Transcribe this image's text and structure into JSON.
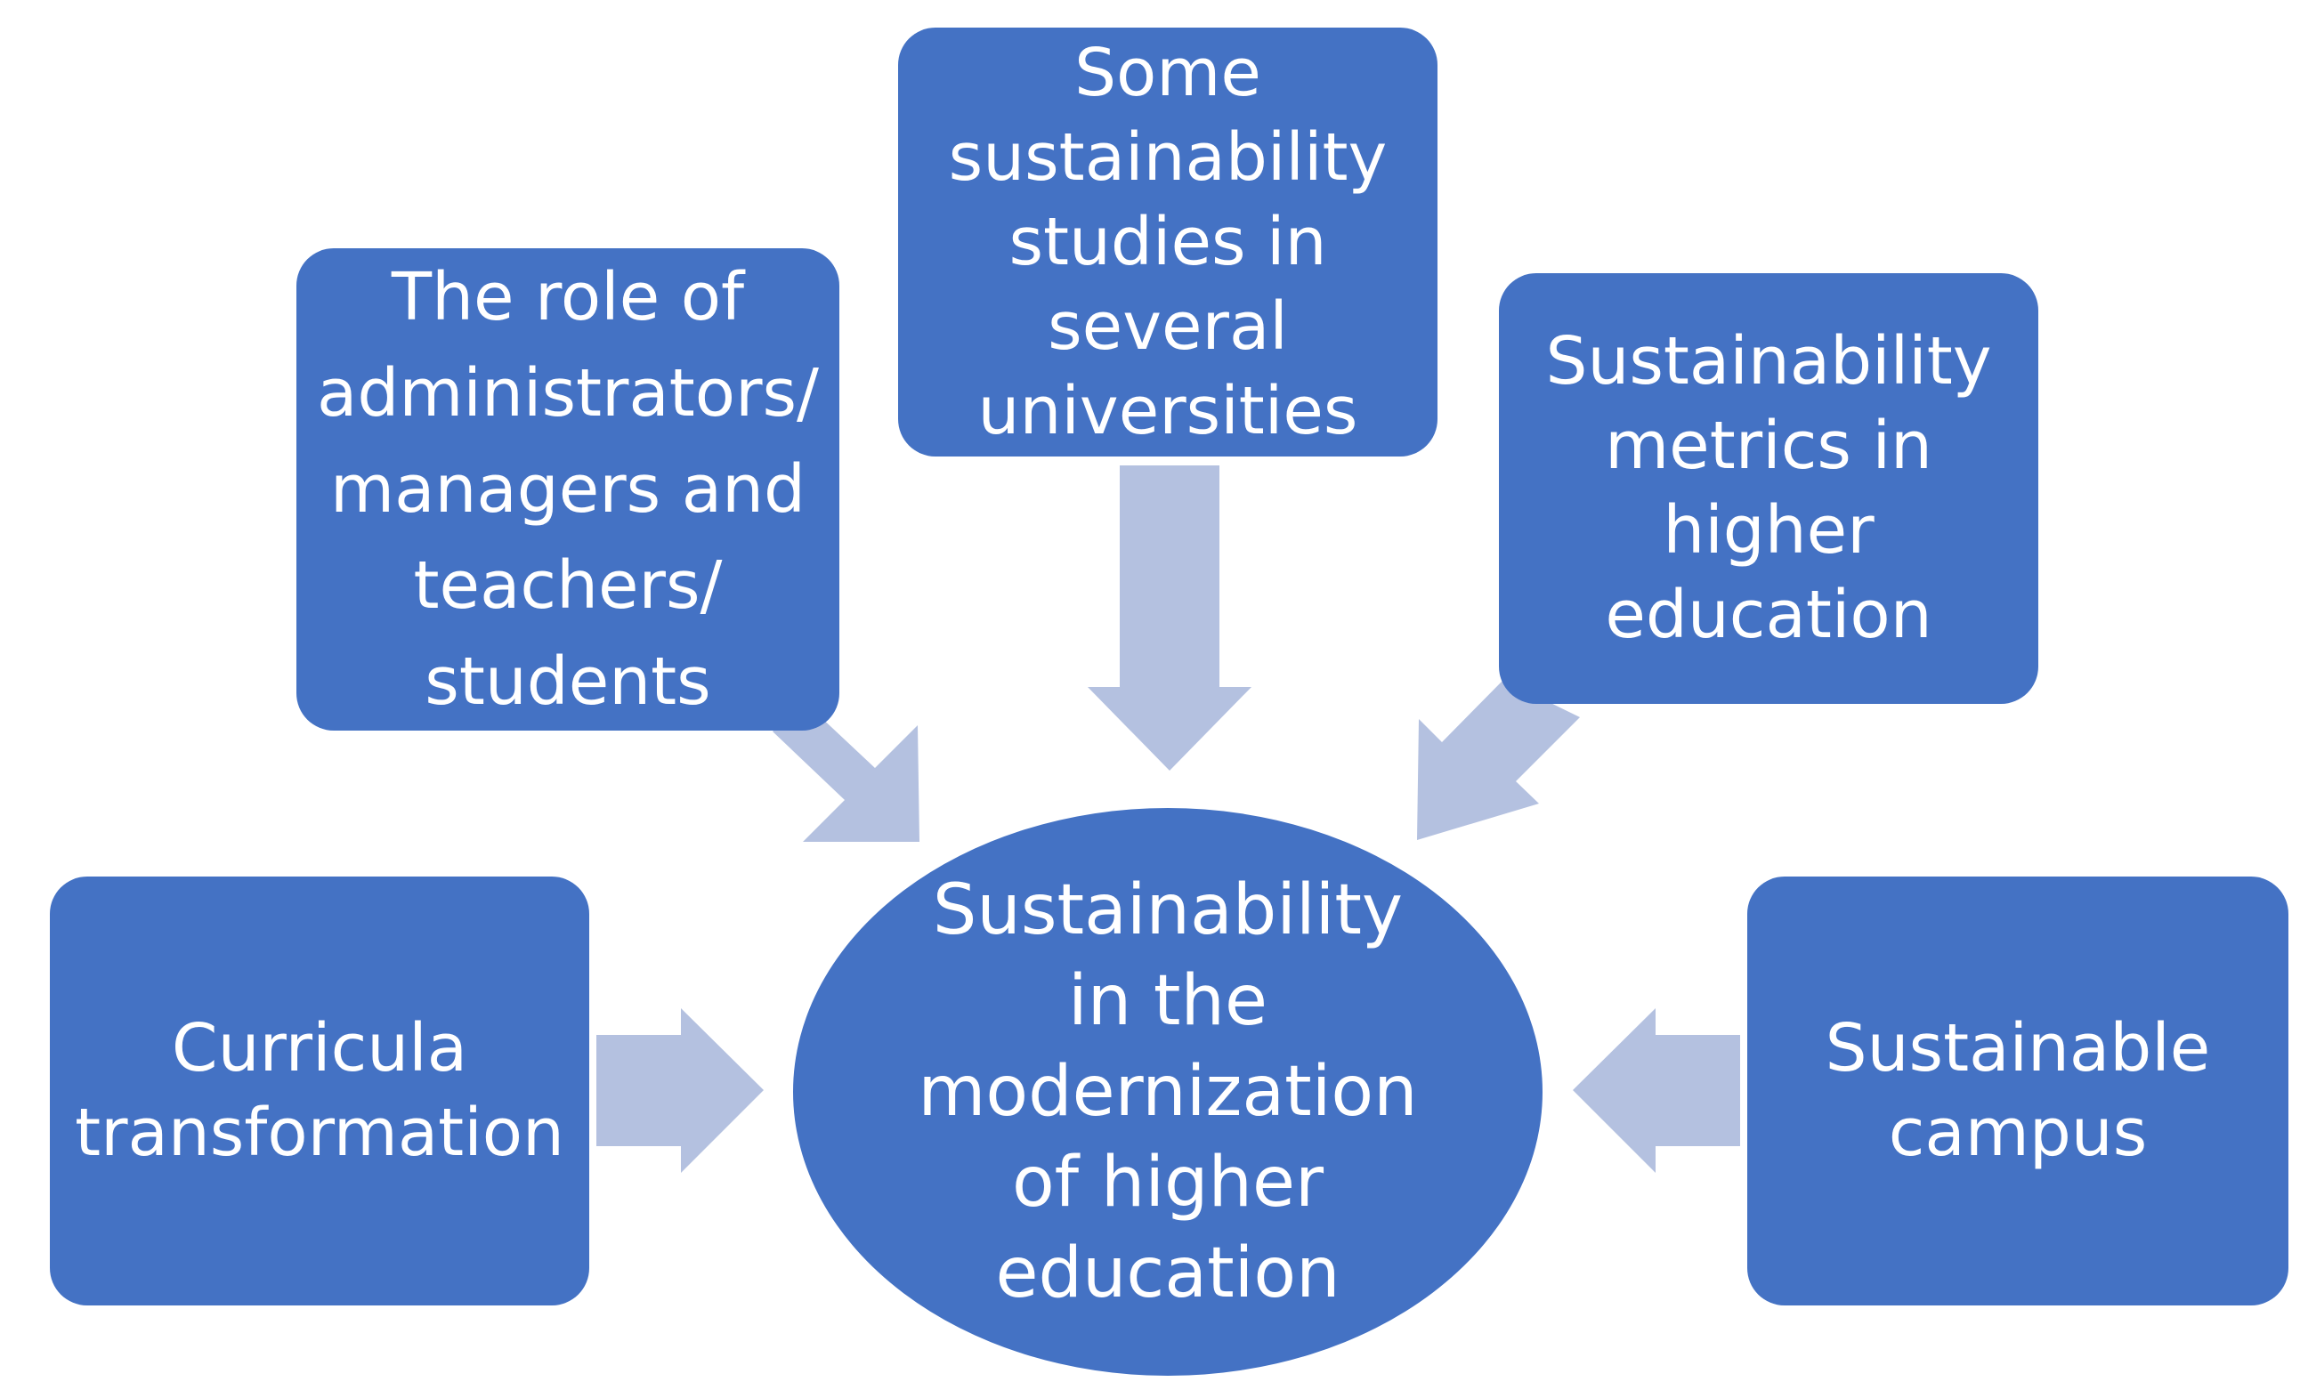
{
  "diagram": {
    "center": {
      "label": "Sustainability\nin the\nmodernization\nof higher\neducation"
    },
    "nodes": [
      {
        "id": "curricula",
        "label": "Curricula\ntransformation"
      },
      {
        "id": "roles",
        "label": "The role of\nadministrators/\nmanagers and\nteachers/\nstudents"
      },
      {
        "id": "studies",
        "label": "Some\nsustainability\nstudies in\nseveral\nuniversities"
      },
      {
        "id": "metrics",
        "label": "Sustainability\nmetrics in\nhigher\neducation"
      },
      {
        "id": "campus",
        "label": "Sustainable\ncampus"
      }
    ],
    "colors": {
      "box_fill": "#4472C4",
      "arrow_fill": "#B4C1E0",
      "text": "#FFFFFF"
    }
  }
}
